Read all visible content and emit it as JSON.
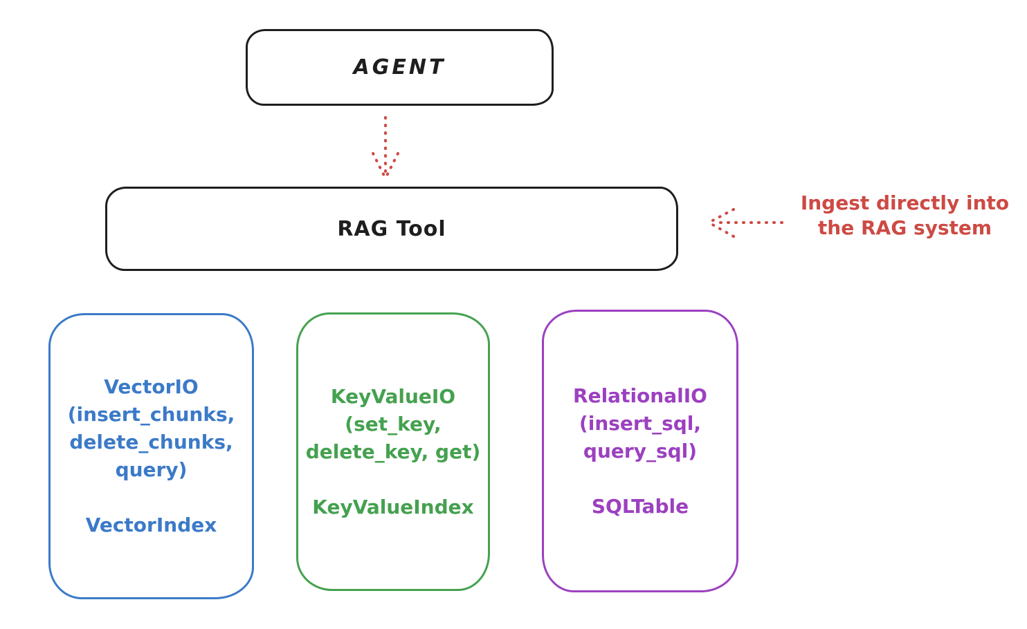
{
  "diagram": {
    "agent": {
      "label": "AGENT"
    },
    "rag_tool": {
      "label": "RAG Tool"
    },
    "annotation": {
      "line1": "Ingest directly into",
      "line2": "the RAG system"
    },
    "backends": [
      {
        "name": "vector-io",
        "lines": [
          "VectorIO",
          "(insert_chunks,",
          "delete_chunks,",
          "query)"
        ],
        "index": "VectorIndex",
        "color": "#3b7ac8"
      },
      {
        "name": "keyvalue-io",
        "lines": [
          "KeyValueIO",
          "(set_key,",
          "delete_key, get)"
        ],
        "index": "KeyValueIndex",
        "color": "#45a14f"
      },
      {
        "name": "relational-io",
        "lines": [
          "RelationalIO",
          "(insert_sql,",
          "query_sql)"
        ],
        "index": "SQLTable",
        "color": "#9c40c0"
      }
    ],
    "colors": {
      "stroke": "#1e1e1e",
      "arrow_red": "#cd4a44",
      "background": "#ffffff"
    }
  }
}
